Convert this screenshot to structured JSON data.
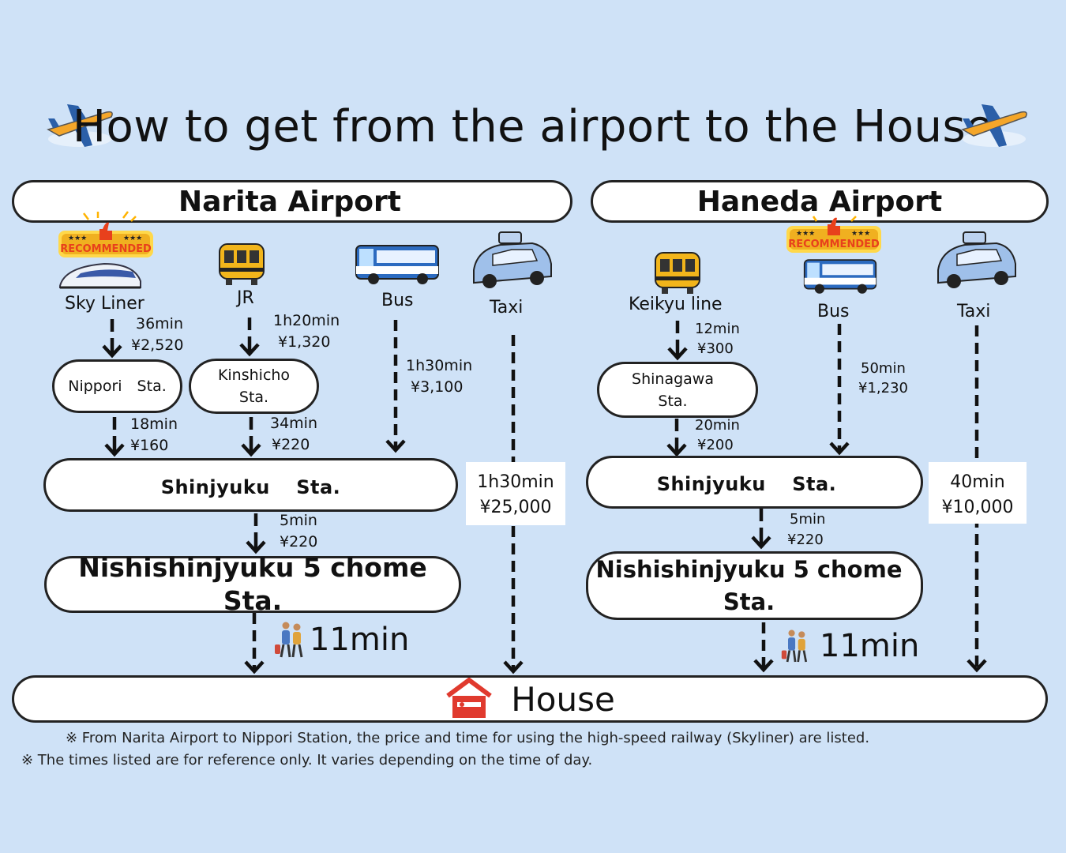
{
  "title": "How to get from the airport to the House",
  "narita": {
    "name": "Narita Airport",
    "recommended_badge": "RECOMMENDED",
    "modes": {
      "skyliner": "Sky Liner",
      "jr": "JR",
      "bus": "Bus",
      "taxi": "Taxi"
    },
    "legs": {
      "skyliner_time": "36min",
      "skyliner_price": "¥2,520",
      "jr_time": "1h20min",
      "jr_price": "¥1,320",
      "bus_time": "1h30min",
      "bus_price": "¥3,100",
      "nippori_time": "18min",
      "nippori_price": "¥160",
      "kinshicho_time": "34min",
      "kinshicho_price": "¥220",
      "shinjyuku_time": "5min",
      "shinjyuku_price": "¥220",
      "taxi_time": "1h30min",
      "taxi_price": "¥25,000",
      "walk_time": "11min"
    },
    "stations": {
      "nippori": "Nippori　Sta.",
      "kinshicho_1": "Kinshicho",
      "kinshicho_2": "Sta.",
      "shinjyuku": "Shinjyuku　 Sta.",
      "nishishinjyuku": "Nishishinjyuku 5 chome　Sta."
    }
  },
  "haneda": {
    "name": "Haneda Airport",
    "recommended_badge": "RECOMMENDED",
    "modes": {
      "keikyu": "Keikyu line",
      "bus": "Bus",
      "taxi": "Taxi"
    },
    "legs": {
      "keikyu_time": "12min",
      "keikyu_price": "¥300",
      "shinagawa_time": "20min",
      "shinagawa_price": "¥200",
      "bus_time": "50min",
      "bus_price": "¥1,230",
      "shinjyuku_time": "5min",
      "shinjyuku_price": "¥220",
      "taxi_time": "40min",
      "taxi_price": "¥10,000",
      "walk_time": "11min"
    },
    "stations": {
      "shinagawa_1": "Shinagawa",
      "shinagawa_2": "Sta.",
      "shinjyuku": "Shinjyuku　 Sta.",
      "nishishinjyuku_1": "Nishishinjyuku 5 chome",
      "nishishinjyuku_2": "Sta."
    }
  },
  "house": "House",
  "notes": [
    "※ From Narita Airport to Nippori Station, the price and time for using the high-speed railway (Skyliner) are listed.",
    "※ The times listed are for reference only. It varies depending on the time of day."
  ],
  "icons": {
    "airplane": "airplane-icon",
    "train": "train-icon",
    "bullet_train": "bullet-train-icon",
    "bus": "bus-icon",
    "taxi": "taxi-icon",
    "walking": "walking-people-icon",
    "house": "house-icon"
  },
  "colors": {
    "background": "#cfe2f7",
    "badge_red": "#e8401c",
    "badge_yellow": "#ffd84a",
    "house_red": "#e03a2e"
  }
}
